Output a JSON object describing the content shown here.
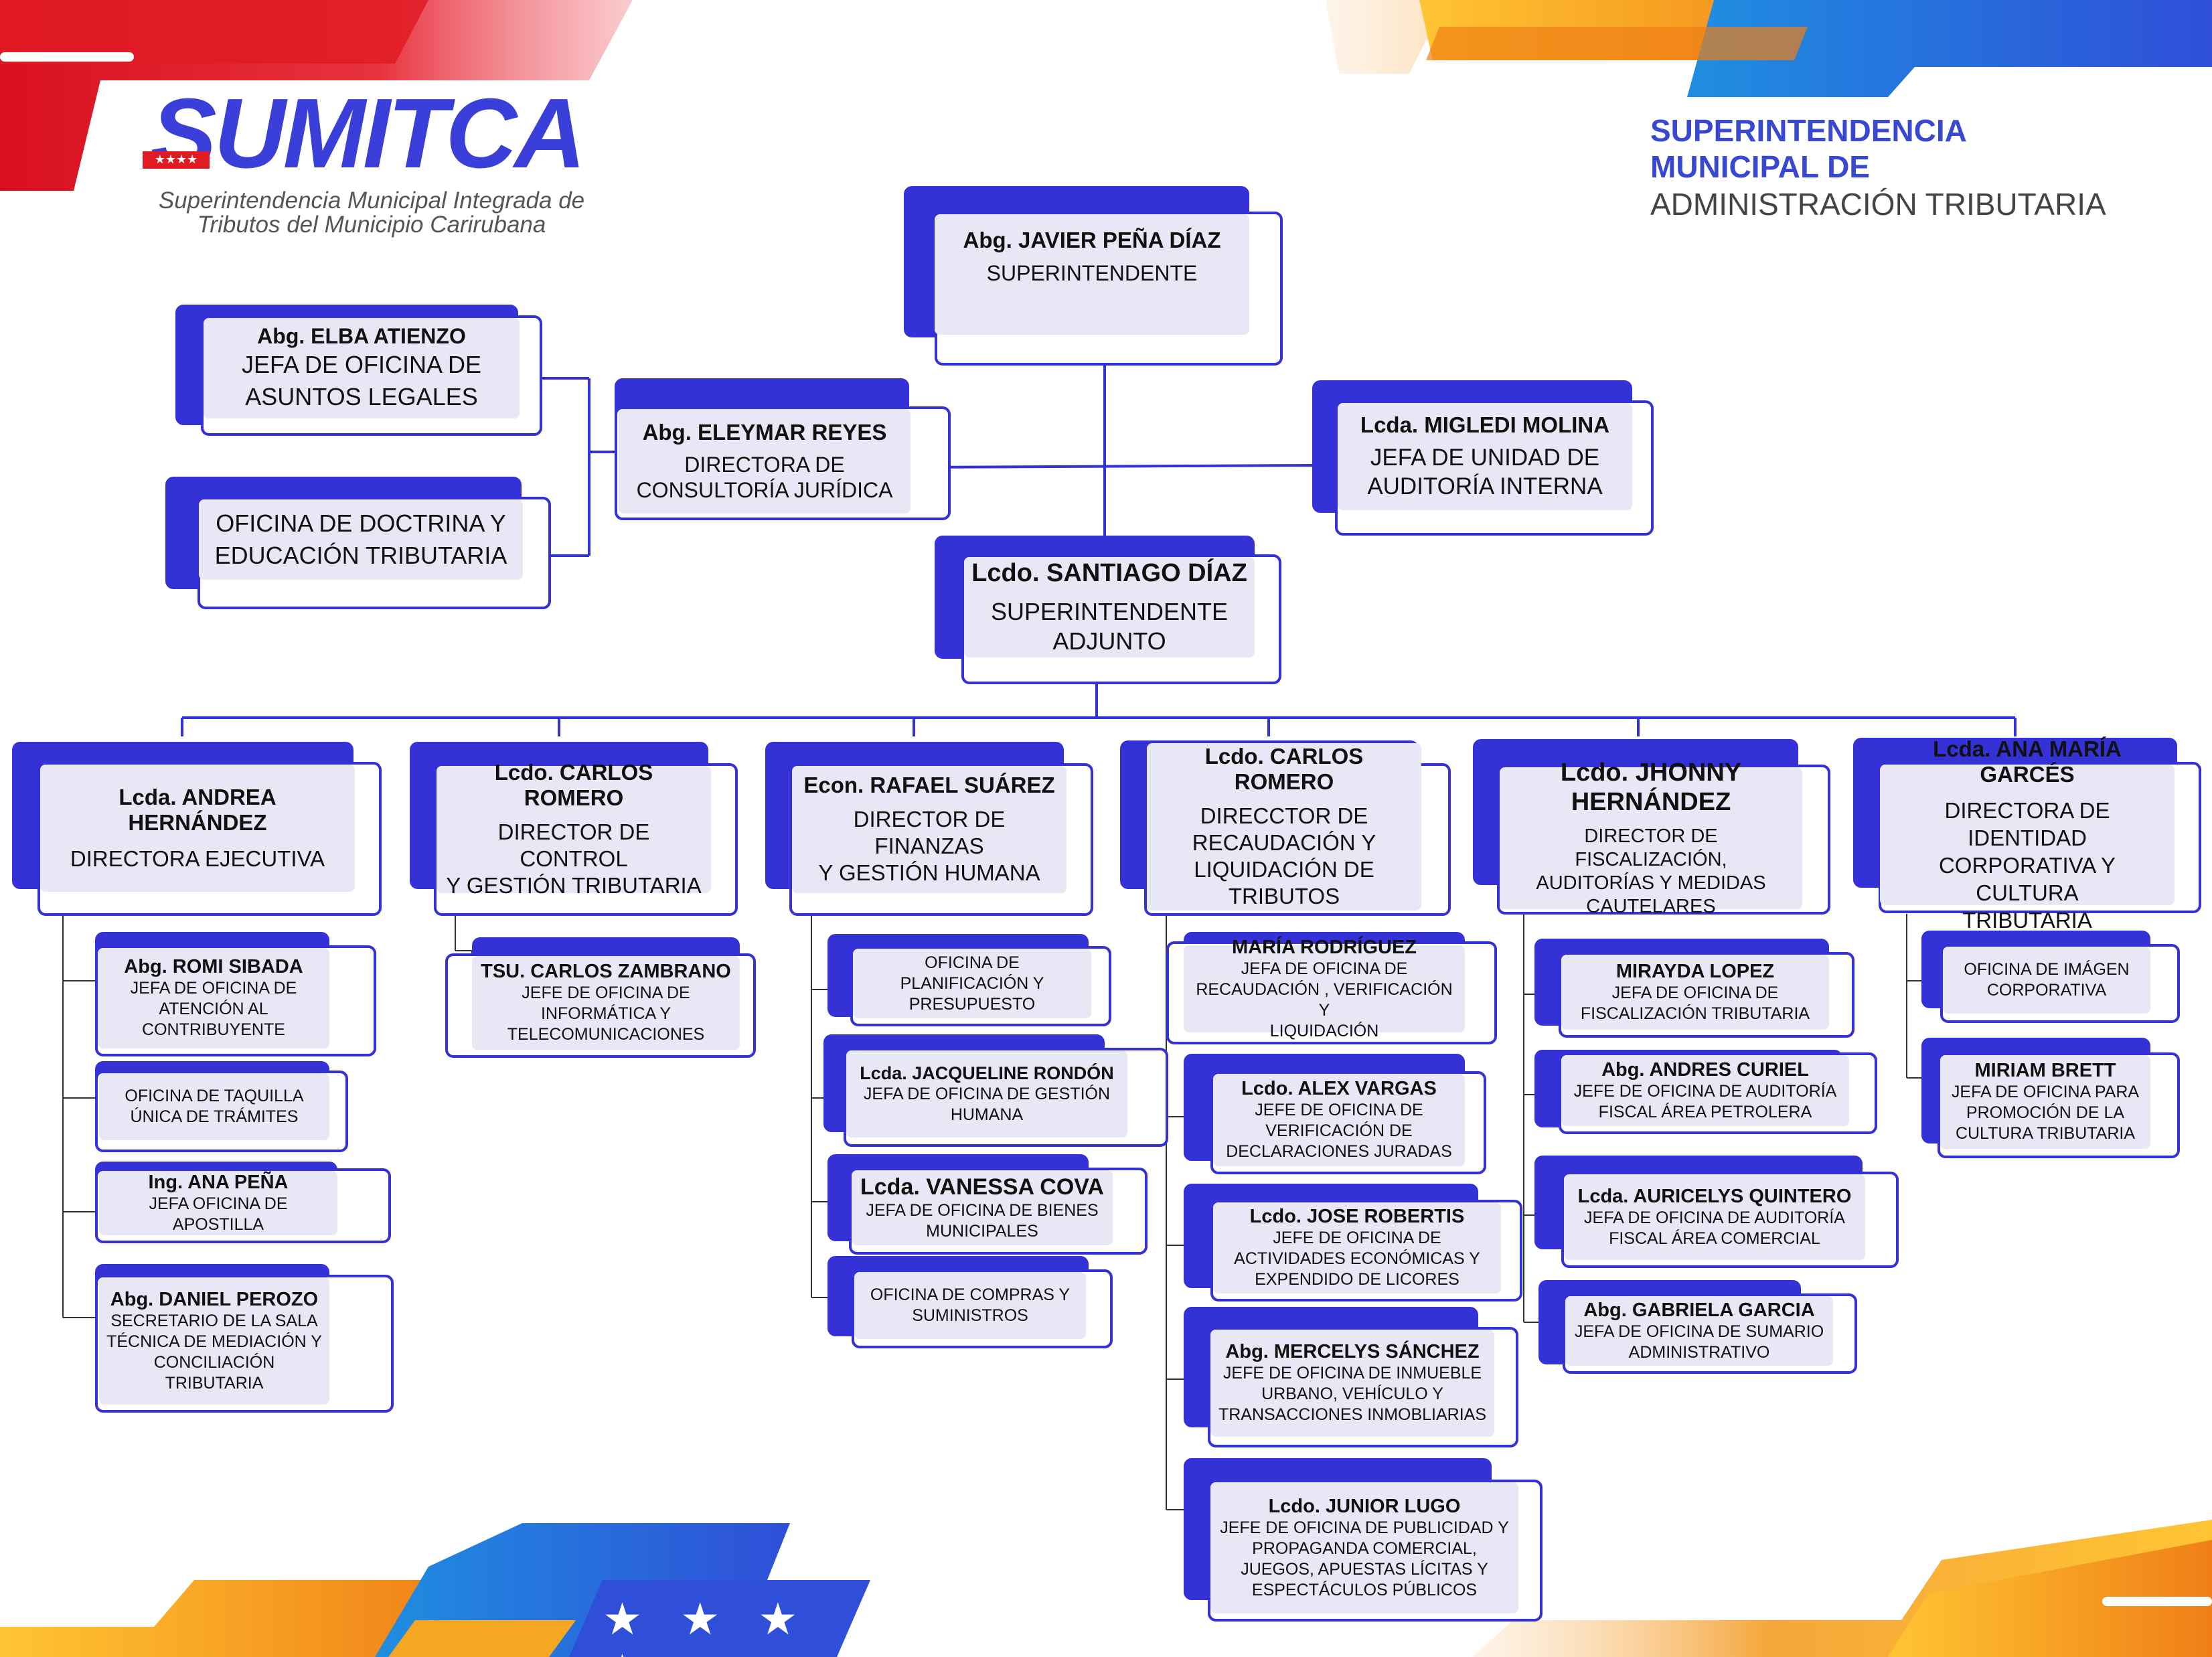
{
  "brand": {
    "logo_word": "SUMITCA",
    "logo_stars": "★★★★",
    "subtitle_line1": "Superintendencia Municipal Integrada de",
    "subtitle_line2": "Tributos del Municipio Carirubana",
    "agency_line1": "SUPERINTENDENCIA",
    "agency_line2": "MUNICIPAL DE",
    "agency_line3": "ADMINISTRACIÓN TRIBUTARIA",
    "footer_stars": "★ ★ ★ ★"
  },
  "colors": {
    "primary": "#3431d6",
    "card_fill": "#e7e7f6",
    "accent_red": "#e01b24",
    "accent_orange": "#f5a623",
    "accent_blue": "#1f6fe0",
    "agency_blue": "#3848d0"
  },
  "top": {
    "superintendente": {
      "name": "Abg. JAVIER PEÑA DÍAZ",
      "title": "SUPERINTENDENTE"
    },
    "legales": {
      "name": "Abg. ELBA ATIENZO",
      "title": "JEFA DE OFICINA DE\nASUNTOS LEGALES"
    },
    "doctrina": {
      "name": "",
      "title": "OFICINA DE DOCTRINA Y\nEDUCACIÓN TRIBUTARIA"
    },
    "consultoria": {
      "name": "Abg. ELEYMAR REYES",
      "title": "DIRECTORA DE\nCONSULTORÍA JURÍDICA"
    },
    "auditoria_interna": {
      "name": "Lcda. MIGLEDI MOLINA",
      "title": "JEFA DE UNIDAD DE\nAUDITORÍA INTERNA"
    },
    "adjunto": {
      "name": "Lcdo. SANTIAGO DÍAZ",
      "title": "SUPERINTENDENTE\nADJUNTO"
    }
  },
  "directors": [
    {
      "name": "Lcda. ANDREA HERNÁNDEZ",
      "title": "DIRECTORA  EJECUTIVA",
      "subs": [
        {
          "name": "Abg. ROMI SIBADA",
          "title": "JEFA DE OFICINA DE\nATENCIÓN AL\nCONTRIBUYENTE"
        },
        {
          "name": "",
          "title": "OFICINA DE TAQUILLA\nÚNICA DE TRÁMITES"
        },
        {
          "name": "Ing. ANA PEÑA",
          "title": "JEFA OFICINA DE APOSTILLA"
        },
        {
          "name": "Abg. DANIEL PEROZO",
          "title": "SECRETARIO DE LA SALA\nTÉCNICA DE  MEDIACIÓN Y\nCONCILIACIÓN TRIBUTARIA"
        }
      ]
    },
    {
      "name": "Lcdo. CARLOS ROMERO",
      "title": "DIRECTOR DE CONTROL\nY GESTIÓN TRIBUTARIA",
      "subs": [
        {
          "name": "TSU. CARLOS ZAMBRANO",
          "title": "JEFE DE OFICINA DE\nINFORMÁTICA Y\nTELECOMUNICACIONES"
        }
      ]
    },
    {
      "name": "Econ. RAFAEL SUÁREZ",
      "title": "DIRECTOR DE FINANZAS\nY GESTIÓN HUMANA",
      "subs": [
        {
          "name": "",
          "title": "OFICINA DE\nPLANIFICACIÓN Y\nPRESUPUESTO"
        },
        {
          "name": "Lcda. JACQUELINE RONDÓN",
          "title": "JEFA DE OFICINA DE GESTIÓN\nHUMANA"
        },
        {
          "name": "Lcda. VANESSA COVA",
          "title": "JEFA DE OFICINA DE BIENES\nMUNICIPALES"
        },
        {
          "name": "",
          "title": "OFICINA DE COMPRAS Y\nSUMINISTROS"
        }
      ]
    },
    {
      "name": "Lcdo. CARLOS ROMERO",
      "title": "DIRECCTOR DE\nRECAUDACIÓN Y\nLIQUIDACIÓN DE\nTRIBUTOS",
      "subs": [
        {
          "name": "MARÍA RODRÍGUEZ",
          "title": "JEFA DE OFICINA DE\nRECAUDACIÓN , VERIFICACIÓN Y\nLIQUIDACIÓN"
        },
        {
          "name": "Lcdo. ALEX VARGAS",
          "title": "JEFE DE OFICINA DE\nVERIFICACIÓN DE\nDECLARACIONES JURADAS"
        },
        {
          "name": "Lcdo. JOSE ROBERTIS",
          "title": "JEFE DE OFICINA DE\nACTIVIDADES ECONÓMICAS Y\nEXPENDIDO DE LICORES"
        },
        {
          "name": "Abg. MERCELYS SÁNCHEZ",
          "title": "JEFE DE OFICINA DE INMUEBLE\nURBANO, VEHÍCULO Y\nTRANSACCIONES INMOBLIARIAS"
        },
        {
          "name": "Lcdo. JUNIOR LUGO",
          "title": "JEFE DE OFICINA DE PUBLICIDAD Y\nPROPAGANDA COMERCIAL,\nJUEGOS, APUESTAS LÍCITAS Y\nESPECTÁCULOS PÚBLICOS"
        }
      ]
    },
    {
      "name": "Lcdo. JHONNY\nHERNÁNDEZ",
      "title": "DIRECTOR DE FISCALIZACIÓN,\nAUDITORÍAS Y MEDIDAS\nCAUTELARES",
      "subs": [
        {
          "name": "MIRAYDA LOPEZ",
          "title": "JEFA DE OFICINA DE\nFISCALIZACIÓN TRIBUTARIA"
        },
        {
          "name": "Abg. ANDRES CURIEL",
          "title": "JEFE DE OFICINA DE AUDITORÍA\nFISCAL ÁREA PETROLERA"
        },
        {
          "name": "Lcda. AURICELYS QUINTERO",
          "title": "JEFA DE OFICINA DE AUDITORÍA\nFISCAL ÁREA COMERCIAL"
        },
        {
          "name": "Abg. GABRIELA GARCIA",
          "title": "JEFA DE OFICINA DE SUMARIO\nADMINISTRATIVO"
        }
      ]
    },
    {
      "name": "Lcda. ANA MARÍA GARCÉS",
      "title": "DIRECTORA DE IDENTIDAD\nCORPORATIVA Y CULTURA\nTRIBUTARIA",
      "subs": [
        {
          "name": "",
          "title": "OFICINA DE IMÁGEN\nCORPORATIVA"
        },
        {
          "name": "MIRIAM BRETT",
          "title": "JEFA DE OFICINA PARA\nPROMOCIÓN DE LA\nCULTURA TRIBUTARIA"
        }
      ]
    }
  ]
}
